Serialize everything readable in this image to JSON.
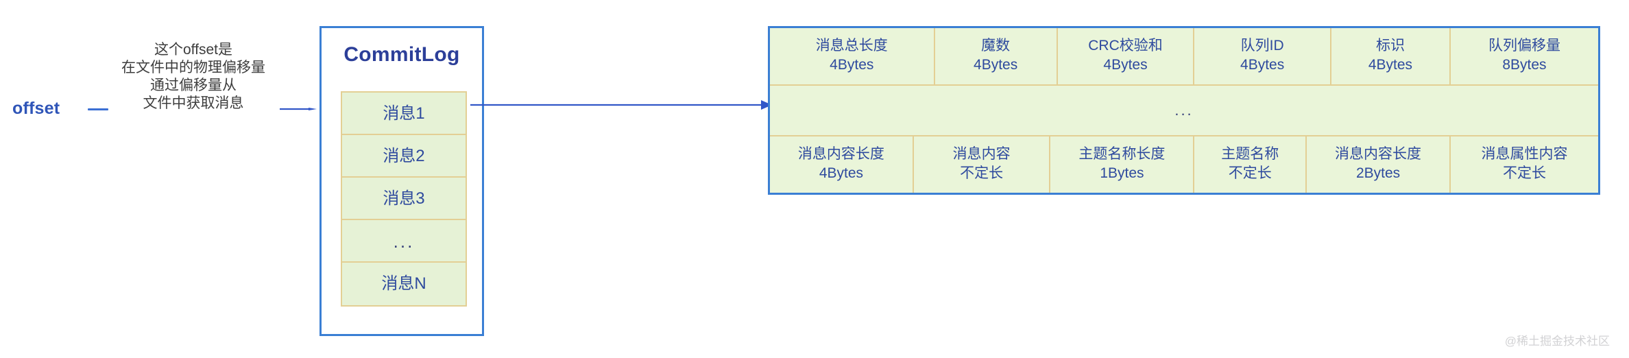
{
  "offset": {
    "label": "offset",
    "annotation_lines": [
      "这个offset是",
      "在文件中的物理偏移量",
      "通过偏移量从",
      "文件中获取消息"
    ]
  },
  "commitlog": {
    "title": "CommitLog",
    "entries": [
      "消息1",
      "消息2",
      "消息3",
      "...",
      "消息N"
    ]
  },
  "message_struct": {
    "top_row": [
      {
        "name": "消息总长度",
        "size": "4Bytes",
        "width_pct": 23.5
      },
      {
        "name": "魔数",
        "size": "4Bytes",
        "width_pct": 17.5
      },
      {
        "name": "CRC校验和",
        "size": "4Bytes",
        "width_pct": 19.5
      },
      {
        "name": "队列ID",
        "size": "4Bytes",
        "width_pct": 19.5
      },
      {
        "name": "标识",
        "size": "4Bytes",
        "width_pct": 17.0
      },
      {
        "name": "队列偏移量",
        "size": "8Bytes",
        "width_pct": 21.0
      }
    ],
    "middle_row": "...",
    "bottom_row": [
      {
        "name": "消息内容长度",
        "size": "4Bytes",
        "width_pct": 20.5
      },
      {
        "name": "消息内容",
        "size": "不定长",
        "width_pct": 19.5
      },
      {
        "name": "主题名称长度",
        "size": "1Bytes",
        "width_pct": 20.5
      },
      {
        "name": "主题名称",
        "size": "不定长",
        "width_pct": 16.0
      },
      {
        "name": "消息内容长度",
        "size": "2Bytes",
        "width_pct": 20.5
      },
      {
        "name": "消息属性内容",
        "size": "不定长",
        "width_pct": 21.0
      }
    ]
  },
  "colors": {
    "accent_blue": "#3b7fd4",
    "text_blue": "#2e4a9e",
    "cell_fill": "#eaf5d9",
    "cell_border": "#e3cf94",
    "arrow_blue": "#3257c8"
  },
  "watermark": "@稀土掘金技术社区"
}
